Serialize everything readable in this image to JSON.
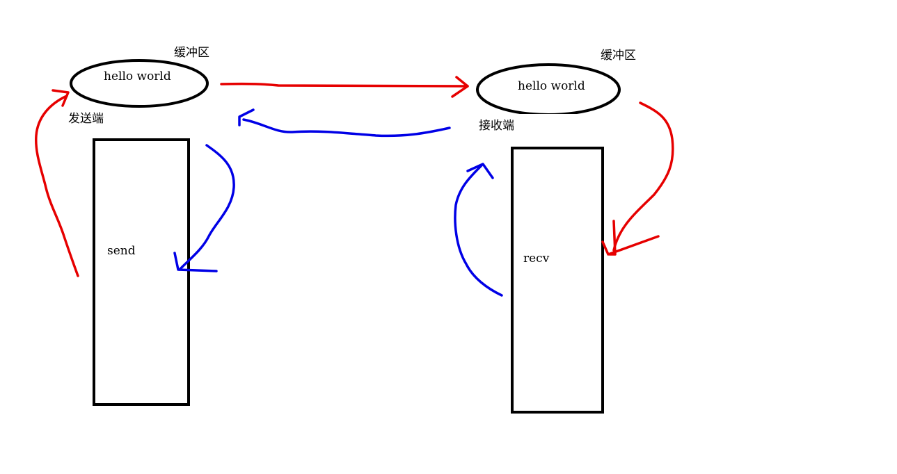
{
  "sender": {
    "buffer_label": "缓冲区",
    "buffer_text": "hello  world",
    "side_label": "发送端",
    "box_label": "send"
  },
  "receiver": {
    "buffer_label": "缓冲区",
    "buffer_text": "hello  world",
    "side_label": "接收端",
    "box_label": "recv"
  },
  "colors": {
    "outline": "#000000",
    "data_arrow": "#e60000",
    "ack_arrow": "#0000e6"
  }
}
